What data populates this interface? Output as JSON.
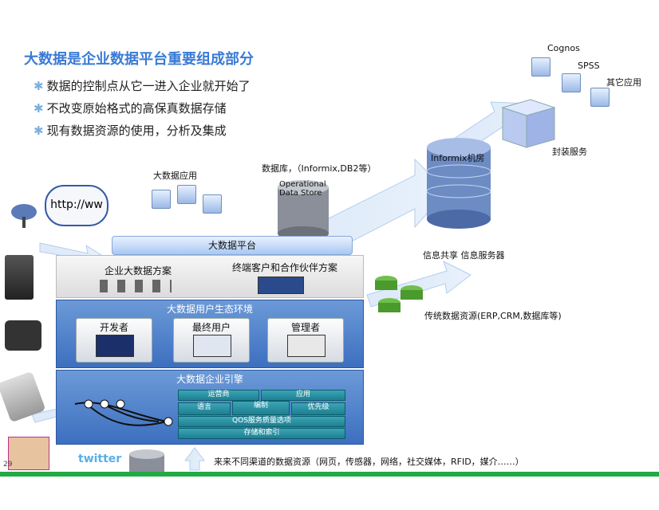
{
  "title": "大数据是企业数据平台重要组成部分",
  "bullets": [
    "数据的控制点从它一进入企业就开始了",
    "不改变原始格式的高保真数据存储",
    "现有数据资源的使用，分析及集成"
  ],
  "labels": {
    "cognos": "Cognos",
    "spss": "SPSS",
    "other_apps": "其它应用",
    "package_service": "封装服务",
    "informix_room": "Informix机房",
    "db_label": "数据库，（Informix,DB2等）",
    "ods": "Operational Data Store",
    "bigdata_apps": "大数据应用",
    "http": "http://ww",
    "info_share": "信息共享 信息服务器",
    "legacy": "传统数据资源(ERP,CRM,数据库等)",
    "sources": "来来不同渠道的数据资源（网页，传感器，网络，社交媒体，RFID，媒介……）",
    "twitter": "twitter",
    "page_num": "29"
  },
  "platform": {
    "bar": "大数据平台",
    "enterprise_solution": "企业大数据方案",
    "partner_solution": "终端客户和合作伙伴方案",
    "ecosystem": "大数据用户生态环境",
    "developer": "开发者",
    "end_user": "最终用户",
    "admin": "管理者",
    "engine": "大数据企业引擎",
    "grid": {
      "operator": "运营商",
      "application": "应用",
      "language": "语言",
      "compile": "编制",
      "priority": "优先级",
      "qos": "QOS服务质量选项",
      "storage": "存储和索引"
    }
  }
}
